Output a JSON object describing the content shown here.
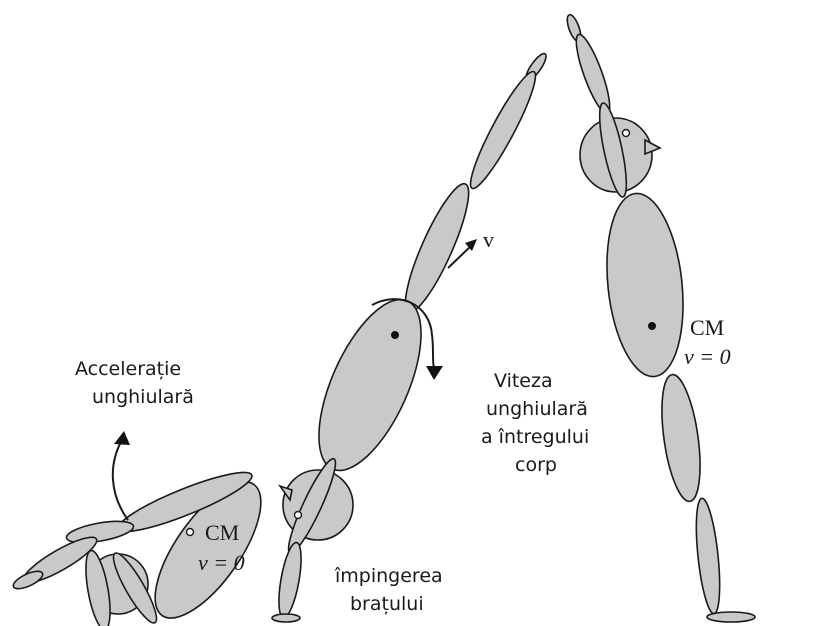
{
  "labels": {
    "angular_acceleration_line1": "Accelerație",
    "angular_acceleration_line2": "unghiulară",
    "cm_left": "CM",
    "v_left": "v = 0",
    "v_vector": "v",
    "whole_body_angular_velocity_line1": "Viteza",
    "whole_body_angular_velocity_line2": "unghiulară",
    "whole_body_angular_velocity_line3": "a întregului",
    "whole_body_angular_velocity_line4": "corp",
    "arm_push_line1": "împingerea",
    "arm_push_line2": "brațului",
    "cm_right": "CM",
    "v_right": "v = 0"
  },
  "colors": {
    "segment_fill": "#c9c9c9",
    "outline": "#1a1a1a",
    "background": "#ffffff"
  }
}
